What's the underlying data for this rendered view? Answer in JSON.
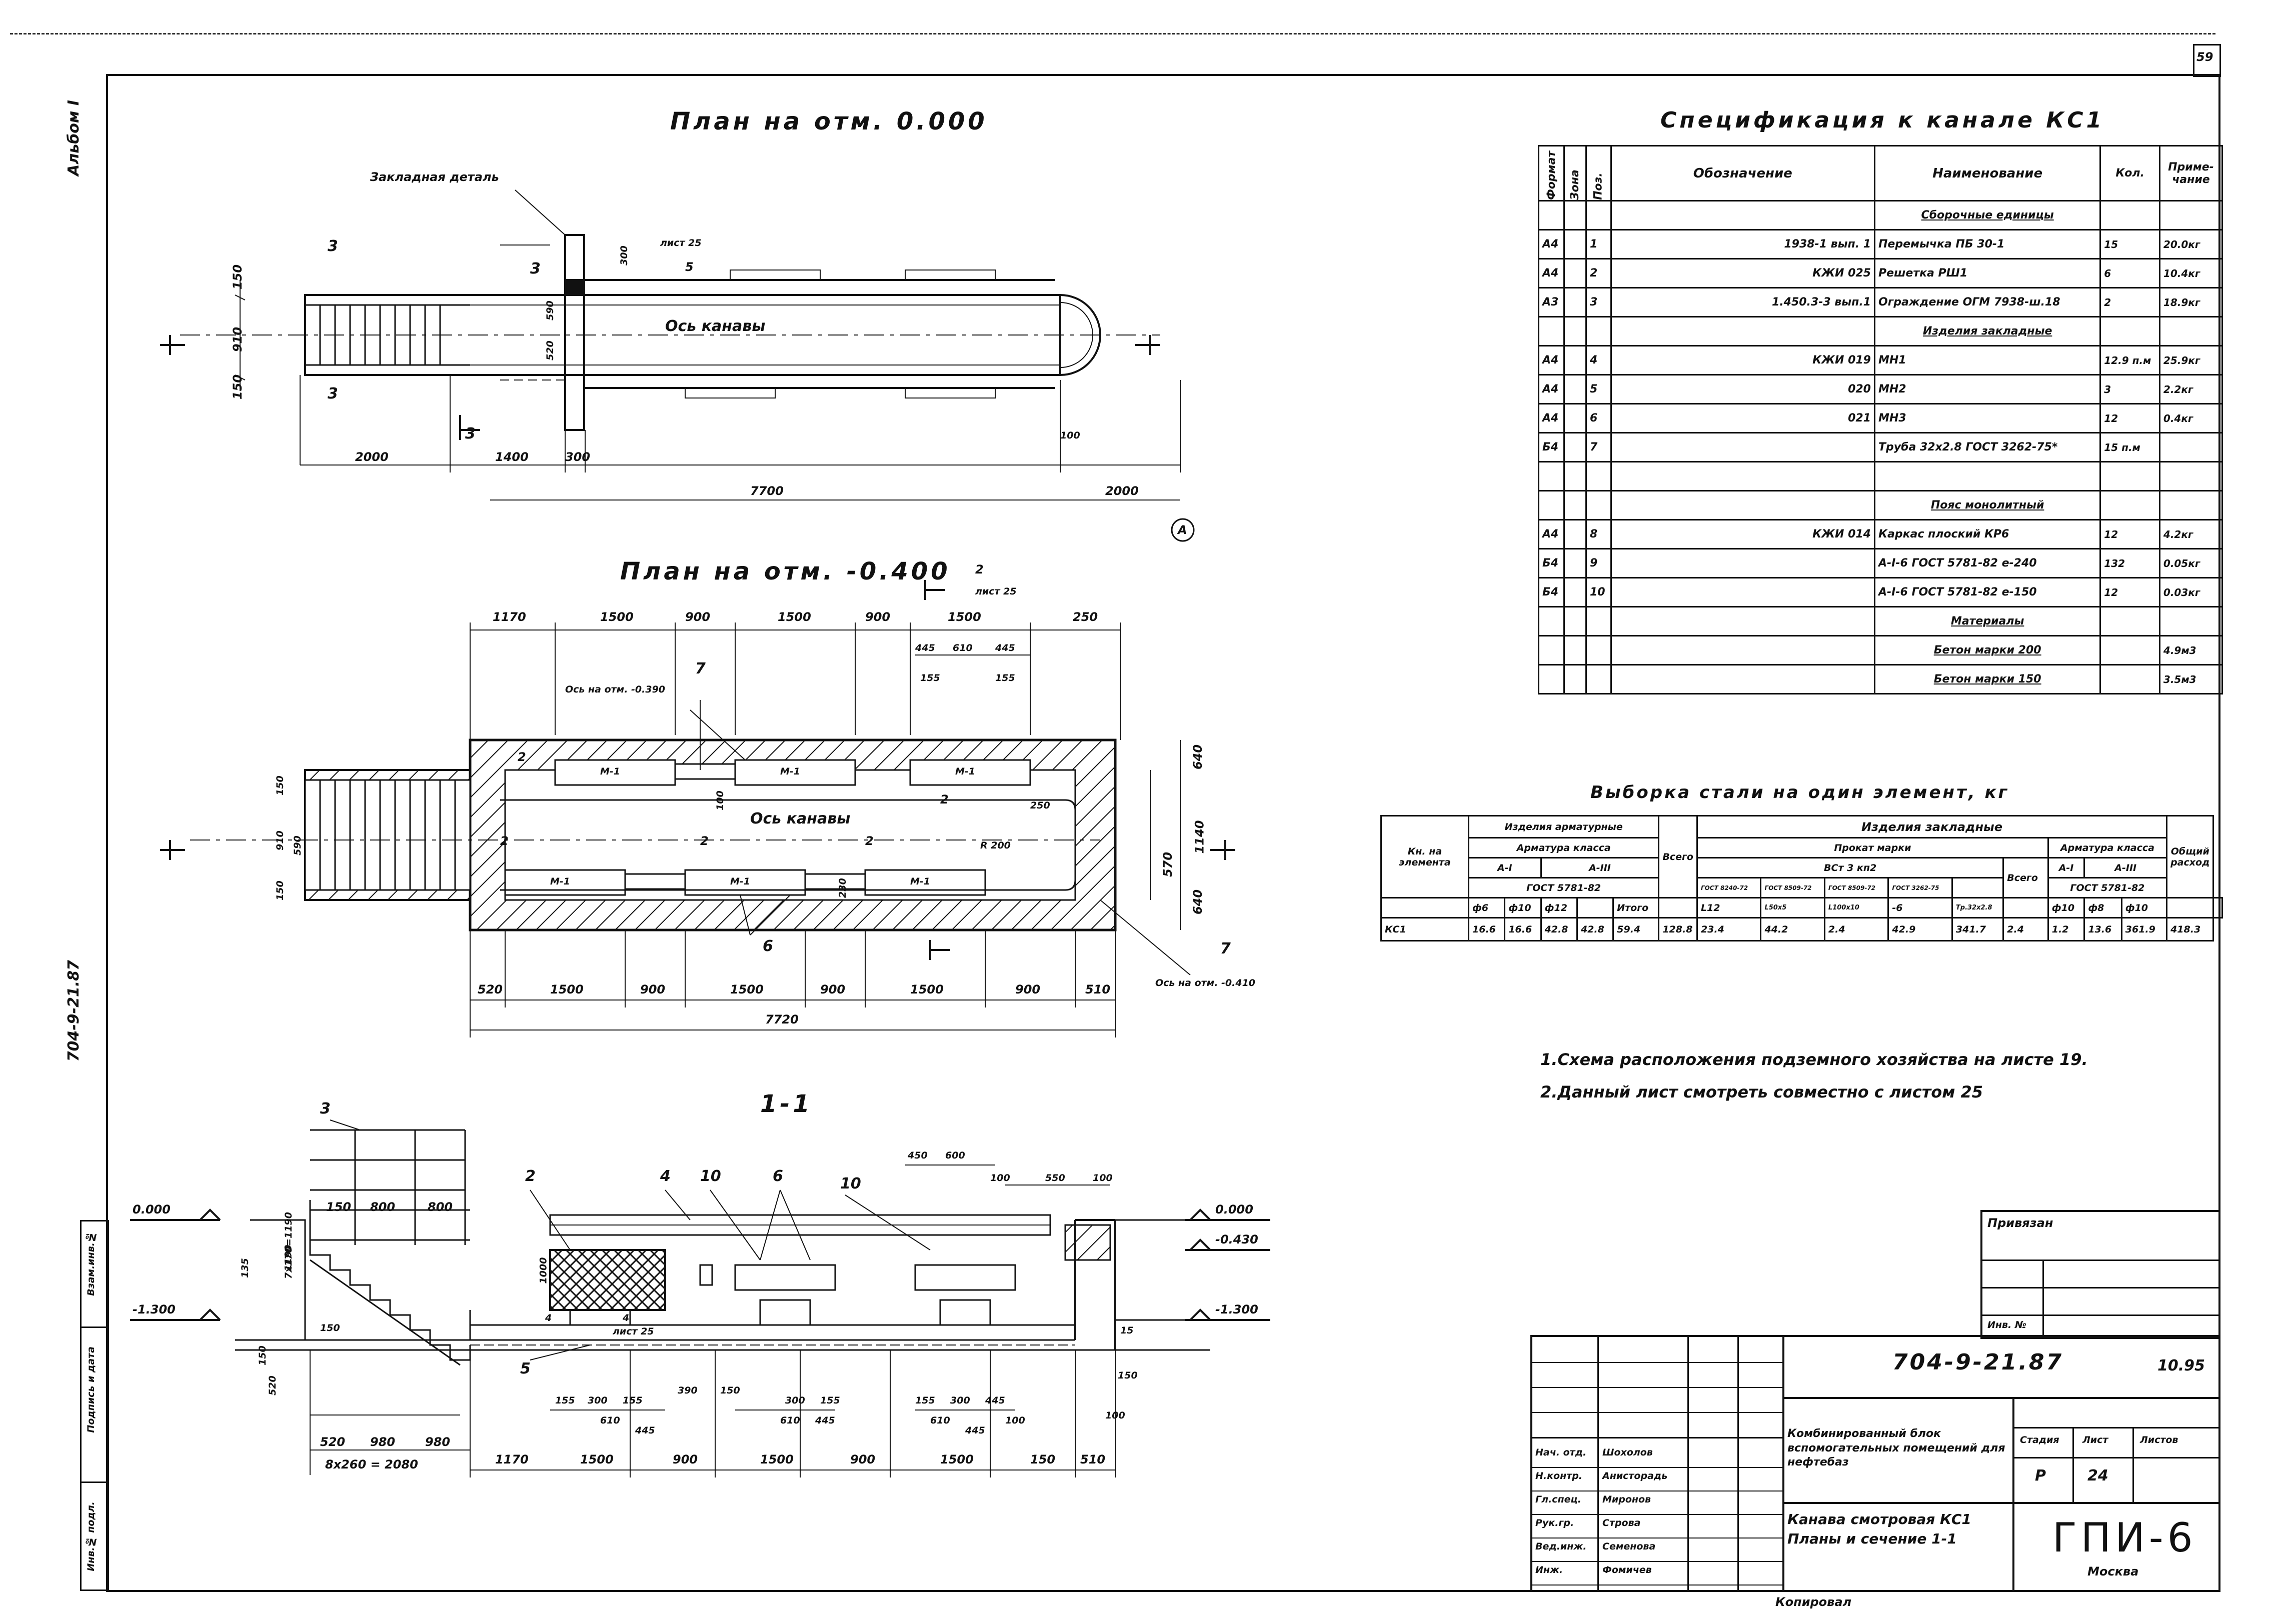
{
  "sheet_number_corner": "59",
  "left_stamp": {
    "ref1": "Альбом I",
    "ref2": "704-9-21.87",
    "inv_orig": "Инв.№ подл.",
    "sign_date": "Подпись и дата",
    "replace_inv": "Взам.инв.№"
  },
  "plan1": {
    "title": "План на отм. 0.000",
    "embedded_item": "Закладная деталь",
    "axis_label": "Ось канавы",
    "marks": [
      "3",
      "3",
      "3",
      "3"
    ],
    "sheet_ref": "лист 25",
    "dims_left": [
      "150",
      "910",
      "150"
    ],
    "dims_middle": [
      "300",
      "590",
      "520"
    ],
    "dims_bottom": [
      "2000",
      "1400",
      "300",
      "7700",
      "2000"
    ],
    "small": [
      "5",
      "100"
    ],
    "axis_marker": "А"
  },
  "plan2": {
    "title": "План на отм. -0.400",
    "section_mark": "2",
    "sheet_ref": "лист 25",
    "top_dims": [
      "1170",
      "1500",
      "900",
      "1500",
      "900",
      "1500",
      "250"
    ],
    "top_small": [
      "445",
      "610",
      "445",
      "155",
      "155"
    ],
    "axis_label": "Ось канавы",
    "axis_note_top": "Ось на отм. -0.390",
    "axis_note_bottom": "Ось на отм. -0.410",
    "marks": [
      "7",
      "7",
      "2",
      "2",
      "2",
      "2",
      "2",
      "6"
    ],
    "m_labels": [
      "М-1",
      "М-1",
      "М-1",
      "М-1",
      "М-1",
      "М-1"
    ],
    "right_dims": [
      "640",
      "570",
      "1140",
      "640"
    ],
    "left_dims": [
      "150",
      "910",
      "150",
      "590"
    ],
    "inner": [
      "250",
      "R 200",
      "230",
      "100"
    ],
    "bottom_dims": [
      "520",
      "1500",
      "900",
      "1500",
      "900",
      "1500",
      "900",
      "510"
    ],
    "total": "7720"
  },
  "section": {
    "title": "1-1",
    "levels": [
      "0.000",
      "-1.300",
      "0.000",
      "-0.430",
      "-1.300"
    ],
    "marks": [
      "3",
      "2",
      "4",
      "10",
      "6",
      "10",
      "5"
    ],
    "top_dims": [
      "150",
      "800",
      "800",
      "450",
      "600",
      "100",
      "550",
      "100"
    ],
    "left_dims": [
      "135",
      "7x170=1190",
      "1190",
      "150",
      "520"
    ],
    "inner": [
      "1000",
      "4",
      "4",
      "лист 25",
      "390",
      "150",
      "150",
      "15",
      "100",
      "150"
    ],
    "bottom_small": [
      "155",
      "300",
      "155",
      "610",
      "445",
      "300",
      "155",
      "610",
      "445",
      "155",
      "300",
      "445",
      "610",
      "445",
      "100"
    ],
    "bottom_dims": [
      "520",
      "980",
      "980",
      "8x260 = 2080",
      "1170",
      "1500",
      "900",
      "1500",
      "900",
      "1500",
      "150",
      "510"
    ]
  },
  "spec": {
    "title": "Спецификация к канале КС1",
    "headers": [
      "Формат",
      "Зона",
      "Поз.",
      "Обозначение",
      "Наименование",
      "Кол.",
      "Приме-чание"
    ],
    "rows": [
      {
        "fmt": "",
        "pos": "",
        "code": "",
        "name": "Сборочные единицы",
        "qty": "",
        "note": ""
      },
      {
        "fmt": "А4",
        "pos": "1",
        "code": "1938-1 вып. 1",
        "name": "Перемычка ПБ 30-1",
        "qty": "15",
        "note": "20.0кг"
      },
      {
        "fmt": "А4",
        "pos": "2",
        "code": "КЖИ 025",
        "name": "Решетка РШ1",
        "qty": "6",
        "note": "10.4кг"
      },
      {
        "fmt": "А3",
        "pos": "3",
        "code": "1.450.3-3 вып.1",
        "name": "Ограждение ОГМ 7938-ш.18",
        "qty": "2",
        "note": "18.9кг"
      },
      {
        "fmt": "",
        "pos": "",
        "code": "",
        "name": "Изделия закладные",
        "qty": "",
        "note": ""
      },
      {
        "fmt": "А4",
        "pos": "4",
        "code": "КЖИ 019",
        "name": "МН1",
        "qty": "12.9 п.м",
        "note": "25.9кг"
      },
      {
        "fmt": "А4",
        "pos": "5",
        "code": "020",
        "name": "МН2",
        "qty": "3",
        "note": "2.2кг"
      },
      {
        "fmt": "А4",
        "pos": "6",
        "code": "021",
        "name": "МН3",
        "qty": "12",
        "note": "0.4кг"
      },
      {
        "fmt": "Б4",
        "pos": "7",
        "code": "",
        "name": "Труба 32х2.8 ГОСТ 3262-75*",
        "qty": "15 п.м",
        "note": ""
      },
      {
        "fmt": "",
        "pos": "",
        "code": "",
        "name": "",
        "qty": "",
        "note": ""
      },
      {
        "fmt": "",
        "pos": "",
        "code": "",
        "name": "Пояс монолитный",
        "qty": "",
        "note": ""
      },
      {
        "fmt": "А4",
        "pos": "8",
        "code": "КЖИ 014",
        "name": "Каркас плоский КР6",
        "qty": "12",
        "note": "4.2кг"
      },
      {
        "fmt": "Б4",
        "pos": "9",
        "code": "",
        "name": "А-I-6 ГОСТ 5781-82 е-240",
        "qty": "132",
        "note": "0.05кг"
      },
      {
        "fmt": "Б4",
        "pos": "10",
        "code": "",
        "name": "А-I-6 ГОСТ 5781-82 е-150",
        "qty": "12",
        "note": "0.03кг"
      },
      {
        "fmt": "",
        "pos": "",
        "code": "",
        "name": "Материалы",
        "qty": "",
        "note": ""
      },
      {
        "fmt": "",
        "pos": "",
        "code": "",
        "name": "Бетон марки 200",
        "qty": "",
        "note": "4.9м3"
      },
      {
        "fmt": "",
        "pos": "",
        "code": "",
        "name": "Бетон марки 150",
        "qty": "",
        "note": "3.5м3"
      }
    ]
  },
  "steel": {
    "title": "Выборка стали на один элемент, кг",
    "element_col": "Кн. на элемента",
    "h_reinf": "Изделия арматурные",
    "h_embed": "Изделия закладные",
    "h_class": "Арматура класса",
    "h_rolled": "Прокат марки",
    "h_class2": "Арматура класса",
    "a1": "А-I",
    "a3": "А-III",
    "vst": "ВСт 3 кп2",
    "a1b": "А-I",
    "a3b": "А-III",
    "gost1": "ГОСТ 5781-82",
    "gost2": "ГОСТ 5781-82",
    "total": "Всего",
    "grand": "Общий расход",
    "sub": [
      "ф6",
      "ф10",
      "ф12",
      "Итого",
      "L12",
      "ГОСТ 8240-72",
      "ГОСТ 8509-72",
      "ГОСТ 8509-72",
      "ГОСТ 3262-75",
      "ф10",
      "ф8",
      "ф10"
    ],
    "sub2": [
      "Итого",
      "L50х5",
      "L100х10",
      "-6",
      "Тр.32х2.8"
    ],
    "g_sub": [
      "ГОСТ 8240-72",
      "ГОСТ 8509-72",
      "ГОСТ 8509-72",
      "ГОСТ 3262-75"
    ],
    "row": [
      "КС1",
      "16.6",
      "16.6",
      "42.8",
      "42.8",
      "59.4",
      "128.8",
      "23.4",
      "44.2",
      "2.4",
      "42.9",
      "341.7",
      "2.4",
      "1.2",
      "13.6",
      "361.9",
      "418.3"
    ]
  },
  "notes": [
    "1.Схема расположения подземного хозяйства на листе 19.",
    "2.Данный лист смотреть совместно с листом 25"
  ],
  "privyazan": {
    "title": "Привязан",
    "inv": "Инв. №"
  },
  "title_block": {
    "code": "704-9-21.87",
    "code_side": "10.95",
    "project": "Комбинированный блок вспомогательных помещений для нефтебаз",
    "sheet_title": "Канава смотровая КС1 Планы и сечение 1-1",
    "stage_h": "Стадия",
    "sheet_h": "Лист",
    "sheets_h": "Листов",
    "stage": "Р",
    "sheet": "24",
    "org": "ГПИ-6",
    "city": "Москва",
    "staff": [
      {
        "role": "Нач. отд.",
        "name": "Шохолов"
      },
      {
        "role": "Н.контр.",
        "name": "Анисторадь"
      },
      {
        "role": "Гл.спец.",
        "name": "Миронов"
      },
      {
        "role": "Рук.гр.",
        "name": "Строва"
      },
      {
        "role": "Вед.инж.",
        "name": "Семенова"
      },
      {
        "role": "Инж.",
        "name": "Фомичев"
      }
    ],
    "copied": "Копировал"
  }
}
